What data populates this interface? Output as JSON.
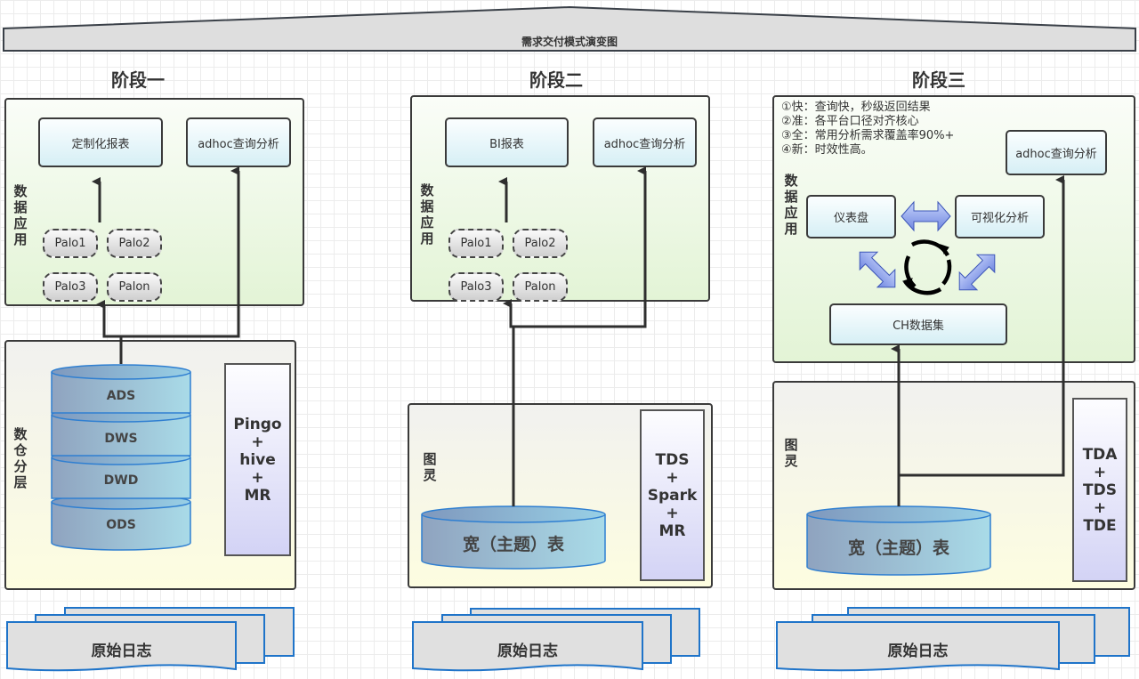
{
  "diagram_title": "需求交付模式演变图",
  "stages": [
    {
      "title": "阶段一",
      "app_layer_label": "数据应用",
      "app_boxes": [
        "定制化报表",
        "adhoc查询分析"
      ],
      "palo_nodes": [
        "Palo1",
        "Palo2",
        "Palo3",
        "Palon"
      ],
      "storage_layer_label": "数仓分层",
      "warehouse_layers": [
        "ADS",
        "DWS",
        "DWD",
        "ODS"
      ],
      "engine_lines": [
        "Pingo",
        "+",
        "hive",
        "+",
        "MR"
      ],
      "source_label": "原始日志"
    },
    {
      "title": "阶段二",
      "app_layer_label": "数据应用",
      "app_boxes": [
        "BI报表",
        "adhoc查询分析"
      ],
      "palo_nodes": [
        "Palo1",
        "Palo2",
        "Palo3",
        "Palon"
      ],
      "storage_layer_label": "图灵",
      "wide_table_label": "宽（主题）表",
      "engine_lines": [
        "TDS",
        "+",
        "Spark",
        "+",
        "MR"
      ],
      "source_label": "原始日志"
    },
    {
      "title": "阶段三",
      "notes": [
        "①快：查询快，秒级返回结果",
        "②准：各平台口径对齐核心",
        "③全：常用分析需求覆盖率90%+",
        "④新：时效性高。"
      ],
      "app_layer_label": "数据应用",
      "app_boxes": [
        "adhoc查询分析",
        "仪表盘",
        "可视化分析",
        "CH数据集"
      ],
      "storage_layer_label": "图灵",
      "wide_table_label": "宽（主题）表",
      "engine_lines": [
        "TDA",
        "+",
        "TDS",
        "+",
        "TDE"
      ],
      "source_label": "原始日志"
    }
  ],
  "colors": {
    "app_panel_top": "#fafdf8",
    "app_panel_bottom": "#e3f4d6",
    "cylinder_left": "#8fa3bf",
    "cylinder_right": "#a9dbe8",
    "cylinder_stroke": "#2f7fd1",
    "engine_bottom": "#d3d3f5",
    "log_fill": "#e0e0e0",
    "log_stroke": "#1f74c9",
    "arrow": "#2e2e2e",
    "bidir_arrow": "#7b93e6"
  }
}
